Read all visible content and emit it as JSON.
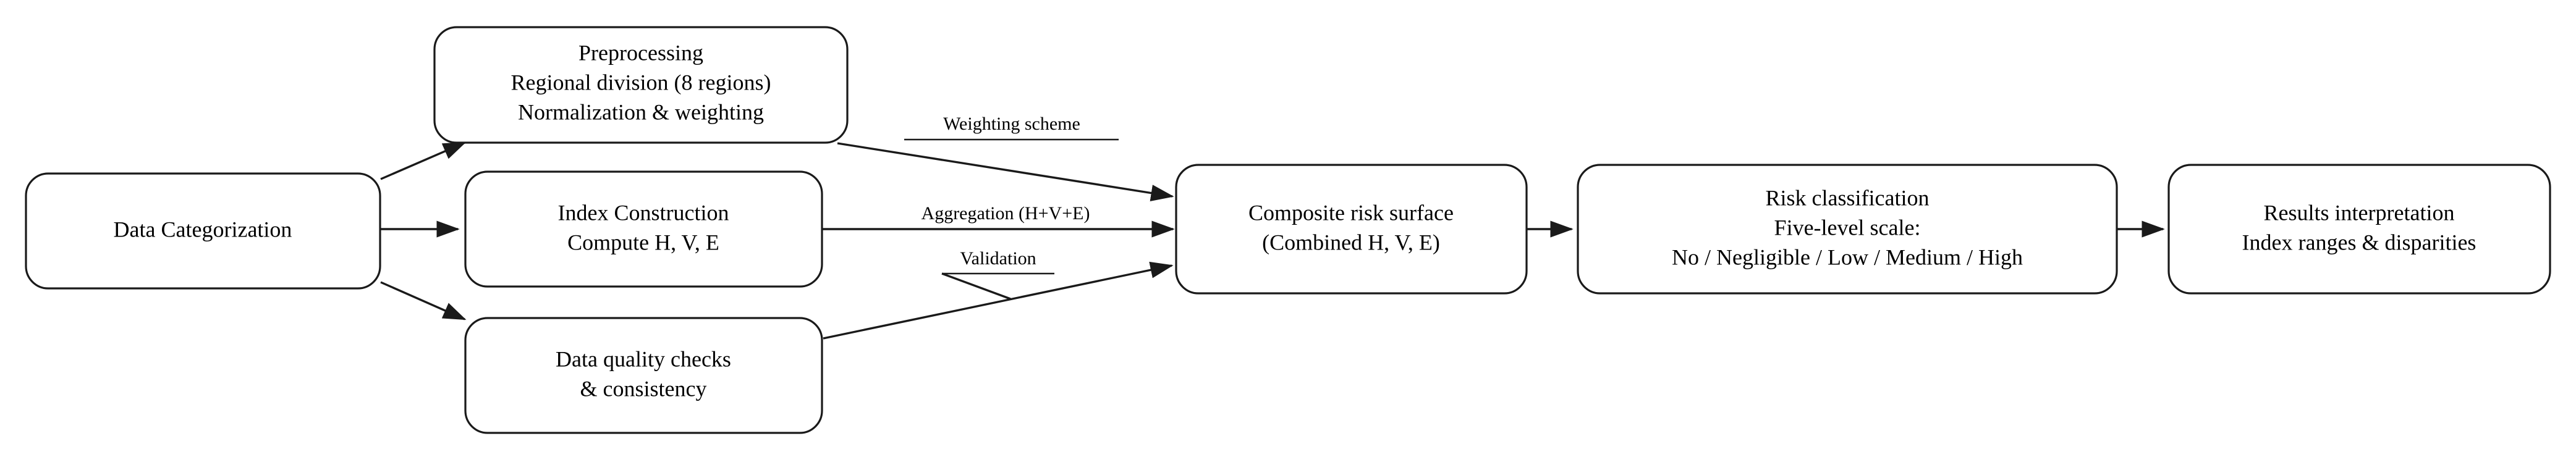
{
  "diagram": {
    "type": "flowchart",
    "orientation": "left-to-right",
    "background_color": "#ffffff",
    "line_color": "#1a1a1a",
    "text_color": "#000000",
    "nodes": [
      {
        "id": "data-categorization",
        "lines": [
          "Data Categorization"
        ]
      },
      {
        "id": "preprocessing",
        "lines": [
          "Preprocessing",
          "Regional division (8 regions)",
          "Normalization & weighting"
        ]
      },
      {
        "id": "index-construction",
        "lines": [
          "Index Construction",
          "Compute H, V, E"
        ]
      },
      {
        "id": "data-quality-checks",
        "lines": [
          "Data quality checks",
          "& consistency"
        ]
      },
      {
        "id": "composite-risk-surface",
        "lines": [
          "Composite risk surface",
          "(Combined H, V, E)"
        ]
      },
      {
        "id": "risk-classification",
        "lines": [
          "Risk classification",
          "Five-level scale:",
          "No / Negligible / Low / Medium / High"
        ]
      },
      {
        "id": "results-interpretation",
        "lines": [
          "Results interpretation",
          "Index ranges & disparities"
        ]
      }
    ],
    "edges": [
      {
        "id": "cat-to-pre",
        "from": "data-categorization",
        "to": "preprocessing",
        "label": ""
      },
      {
        "id": "cat-to-index",
        "from": "data-categorization",
        "to": "index-construction",
        "label": ""
      },
      {
        "id": "cat-to-quality",
        "from": "data-categorization",
        "to": "data-quality-checks",
        "label": ""
      },
      {
        "id": "pre-to-composite",
        "from": "preprocessing",
        "to": "composite-risk-surface",
        "label": "Weighting scheme"
      },
      {
        "id": "index-to-composite",
        "from": "index-construction",
        "to": "composite-risk-surface",
        "label": "Aggregation (H+V+E)"
      },
      {
        "id": "quality-to-composite",
        "from": "data-quality-checks",
        "to": "composite-risk-surface",
        "label": "Validation"
      },
      {
        "id": "composite-to-risk",
        "from": "composite-risk-surface",
        "to": "risk-classification",
        "label": ""
      },
      {
        "id": "risk-to-results",
        "from": "risk-classification",
        "to": "results-interpretation",
        "label": ""
      }
    ],
    "labels": {
      "weighting_scheme": "Weighting scheme",
      "aggregation": "Aggregation (H+V+E)",
      "validation": "Validation"
    },
    "node_text": {
      "data_categorization_l1": "Data Categorization",
      "preprocessing_l1": "Preprocessing",
      "preprocessing_l2": "Regional division (8 regions)",
      "preprocessing_l3": "Normalization & weighting",
      "index_construction_l1": "Index Construction",
      "index_construction_l2": "Compute H, V, E",
      "data_quality_l1": "Data quality checks",
      "data_quality_l2": "& consistency",
      "composite_l1": "Composite risk surface",
      "composite_l2": "(Combined H, V, E)",
      "risk_classification_l1": "Risk classification",
      "risk_classification_l2": "Five-level scale:",
      "risk_classification_l3": "No / Negligible / Low / Medium / High",
      "results_l1": "Results interpretation",
      "results_l2": "Index ranges & disparities"
    }
  }
}
